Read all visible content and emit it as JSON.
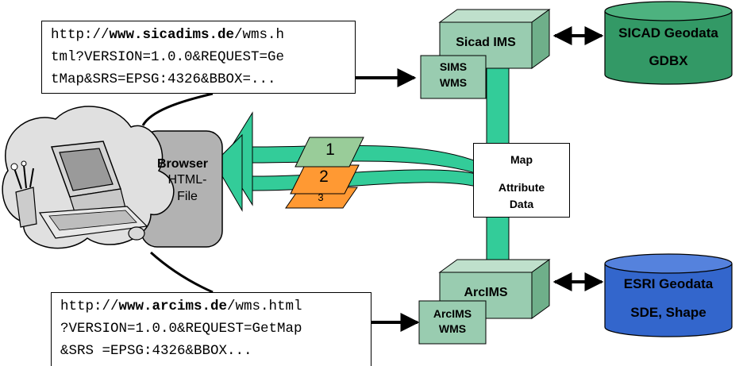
{
  "url_top": {
    "line1_prefix": "http://",
    "line1_bold": "www.sicadims.de",
    "line1_suffix": "/wms.h",
    "line2": "tml?VERSION=1.0.0&REQUEST=Ge",
    "line3": "tMap&SRS=EPSG:4326&BBOX=..."
  },
  "url_bottom": {
    "line1_prefix": "http://",
    "line1_bold": "www.arcims.de",
    "line1_suffix": "/wms.html",
    "line2": "?VERSION=1.0.0&REQUEST=GetMap",
    "line3": "&SRS =EPSG:4326&BBOX..."
  },
  "browser": {
    "title": "Browser",
    "line2": "HTML-",
    "line3": "File"
  },
  "sicad_ims": {
    "label": "Sicad IMS"
  },
  "sims_wms": {
    "line1": "SIMS",
    "line2": "WMS"
  },
  "arcims": {
    "label": "ArcIMS"
  },
  "arcims_wms": {
    "line1": "ArcIMS",
    "line2": "WMS"
  },
  "sicad_db": {
    "line1": "SICAD Geodata",
    "line2": "GDBX"
  },
  "esri_db": {
    "line1": "ESRI Geodata",
    "line2": "SDE, Shape"
  },
  "map_box": {
    "line1": "Map",
    "line2": "Attribute",
    "line3": "Data"
  },
  "layers": {
    "layer1": "1",
    "layer2": "2",
    "layer3": "3"
  },
  "colors": {
    "connector_green": "#33CC99",
    "ims_box": "#99CCB0",
    "sicad_db": "#339966",
    "esri_db": "#3366CC",
    "browser_panel": "#B2B2B2",
    "layer_green": "#99CC99",
    "layer_orange": "#FF9933"
  }
}
